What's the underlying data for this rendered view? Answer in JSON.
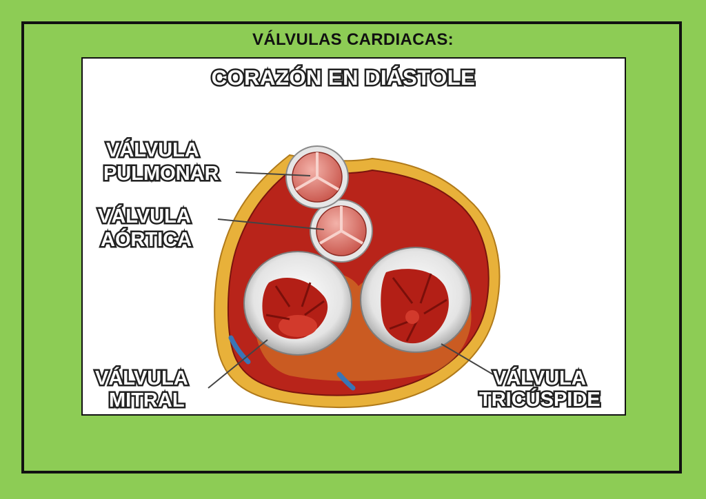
{
  "title": "VÁLVULAS CARDIACAS:",
  "diagram": {
    "heading": "CORAZÓN EN DIÁSTOLE",
    "labels": {
      "pulmonar": [
        "VÁLVULA",
        "PULMONAR"
      ],
      "aortica": [
        "VÁLVULA",
        "AÓRTICA"
      ],
      "mitral": [
        "VÁLVULA",
        "MITRAL"
      ],
      "tricuspide": [
        "VÁLVULA",
        "TRICÚSPIDE"
      ]
    }
  },
  "colors": {
    "background": "#8dcc55",
    "frame": "#111111",
    "muscle": "#b8241a",
    "fat": "#e8b13a",
    "valve": "#e0837a",
    "ring": "#efefef"
  }
}
